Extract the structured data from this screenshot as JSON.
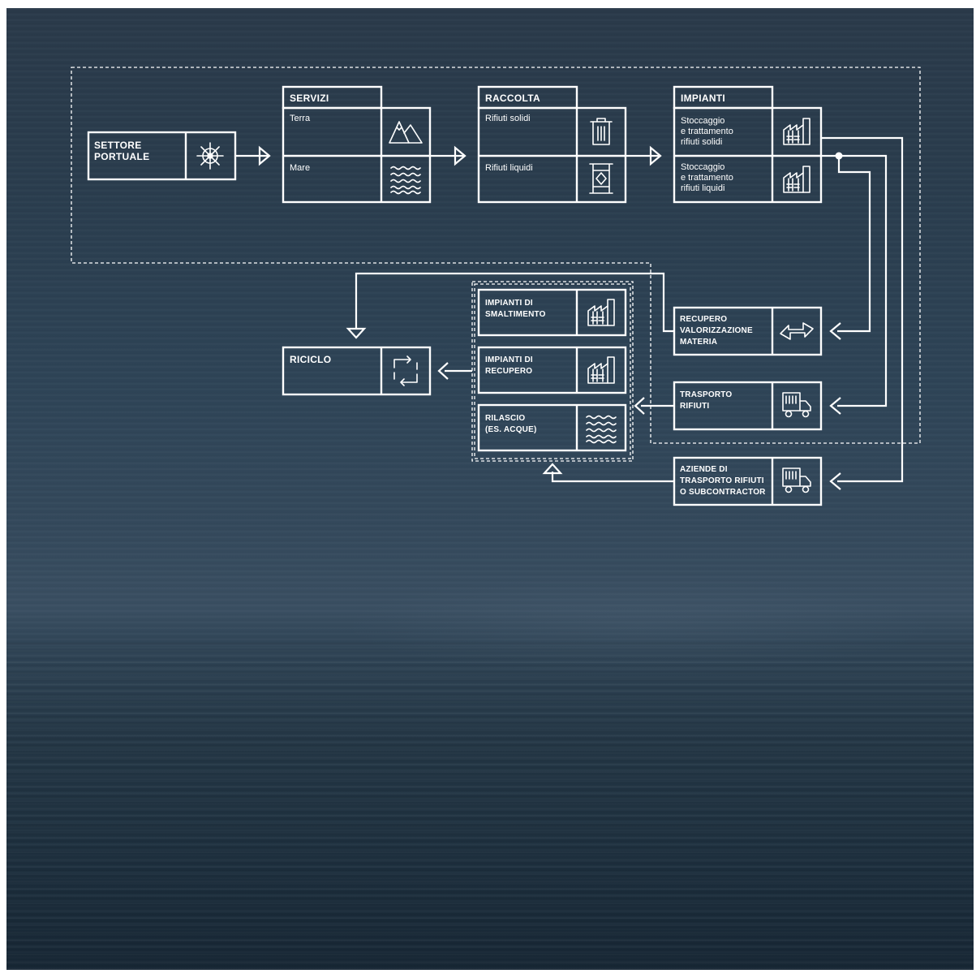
{
  "colors": {
    "line": "#ffffff",
    "sky_top": "#2a3a4a",
    "sea_bottom": "#172735"
  },
  "nodes": {
    "settore": {
      "line1": "SETTORE",
      "line2": "PORTUALE",
      "icon": "ship-wheel-icon"
    },
    "servizi": {
      "title": "SERVIZI",
      "row1": "Terra",
      "row1_icon": "mountains-icon",
      "row2": "Mare",
      "row2_icon": "waves-icon"
    },
    "raccolta": {
      "title": "RACCOLTA",
      "row1": "Rifiuti solidi",
      "row1_icon": "trash-bin-icon",
      "row2": "Rifiuti liquidi",
      "row2_icon": "liquid-tank-icon"
    },
    "impianti": {
      "title": "IMPIANTI",
      "row1": [
        "Stoccaggio",
        "e trattamento",
        "rifiuti solidi"
      ],
      "row1_icon": "factory-icon",
      "row2": [
        "Stoccaggio",
        "e trattamento",
        "rifiuti liquidi"
      ],
      "row2_icon": "factory-icon"
    },
    "smaltimento": {
      "line1": "IMPIANTI DI",
      "line2": "SMALTIMENTO",
      "icon": "factory-icon"
    },
    "recupero": {
      "line1": "IMPIANTI DI",
      "line2": "RECUPERO",
      "icon": "factory-icon"
    },
    "rilascio": {
      "line1": "RILASCIO",
      "line2": "(ES. ACQUE)",
      "icon": "waves-icon"
    },
    "riciclo": {
      "label": "RICICLO",
      "icon": "recycle-icon"
    },
    "recupero_valorizzazione": {
      "line1": "RECUPERO",
      "line2": "VALORIZZAZIONE",
      "line3": "MATERIA",
      "icon": "exchange-arrows-icon"
    },
    "trasporto": {
      "line1": "TRASPORTO",
      "line2": "RIFIUTI",
      "icon": "truck-icon"
    },
    "aziende": {
      "line1": "AZIENDE DI",
      "line2": "TRASPORTO RIFIUTI",
      "line3": "O SUBCONTRACTOR",
      "icon": "truck-icon"
    }
  }
}
